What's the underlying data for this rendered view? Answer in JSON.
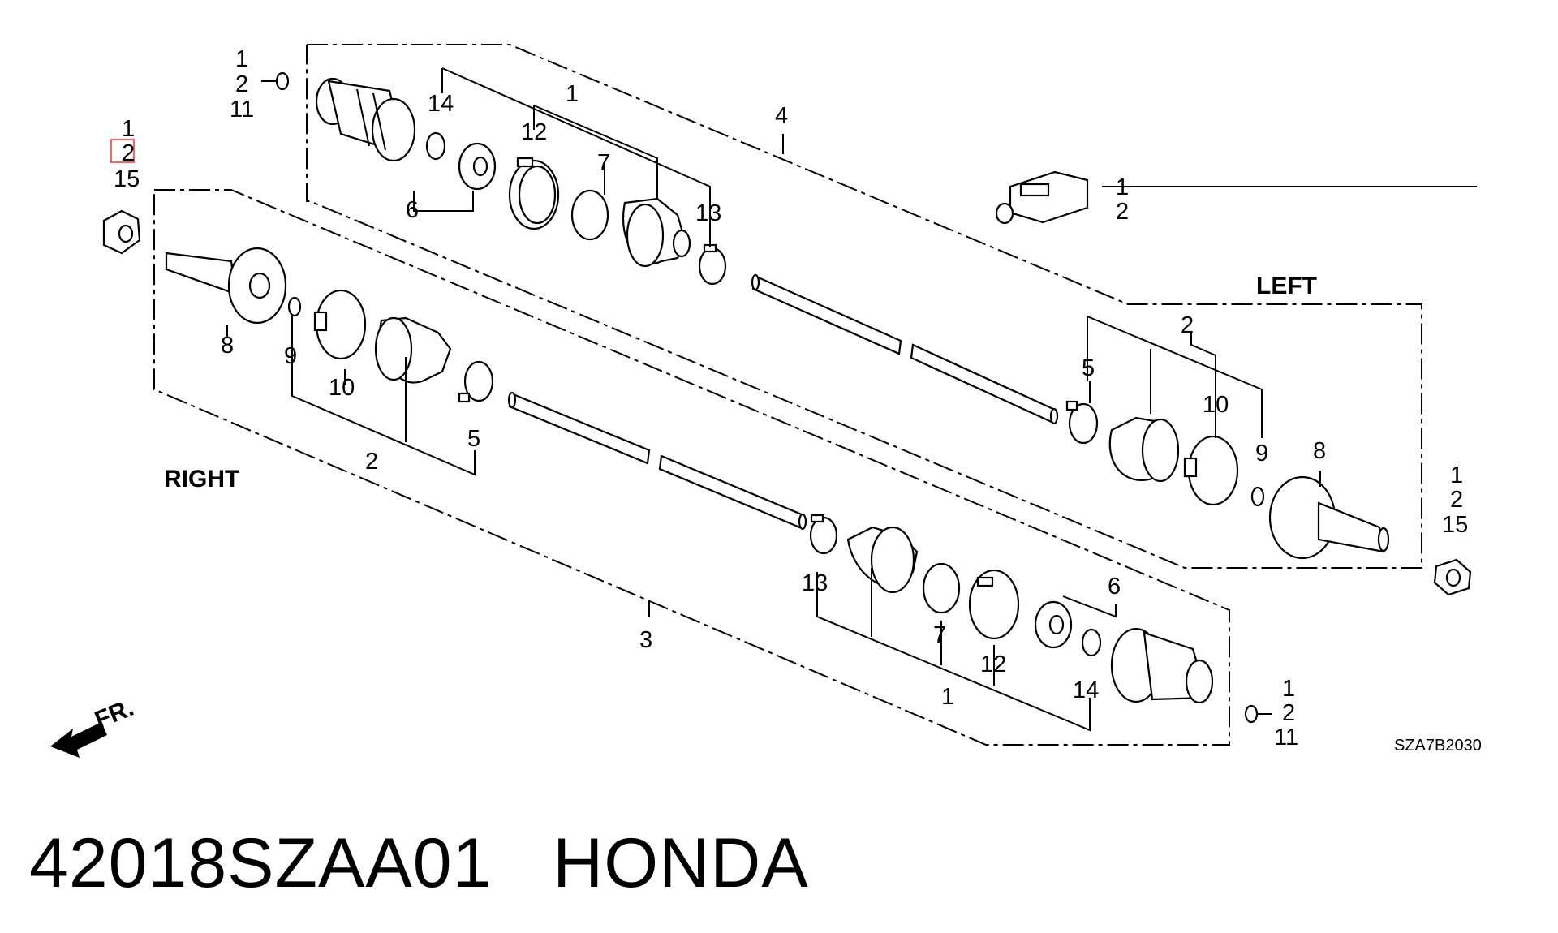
{
  "diagram": {
    "groups": {
      "left": "LEFT",
      "right": "RIGHT"
    },
    "front_arrow_text": "FR.",
    "diagram_code": "SZA7B2030",
    "callouts": {
      "top_ring": [
        "1",
        "2",
        "11"
      ],
      "top_nut": [
        "1",
        "2",
        "15"
      ],
      "right_nut": [
        "1",
        "2",
        "15"
      ],
      "grease": [
        "1",
        "2"
      ],
      "bottom_ring": [
        "1",
        "2",
        "11"
      ],
      "left_shaft": "4",
      "right_shaft": "3",
      "n1": "1",
      "n2": "2",
      "n5": "5",
      "n6": "6",
      "n7": "7",
      "n8": "8",
      "n9": "9",
      "n10": "10",
      "n12": "12",
      "n13": "13",
      "n14": "14"
    }
  },
  "footer": {
    "part_number": "42018SZAA01",
    "brand": "HONDA"
  }
}
